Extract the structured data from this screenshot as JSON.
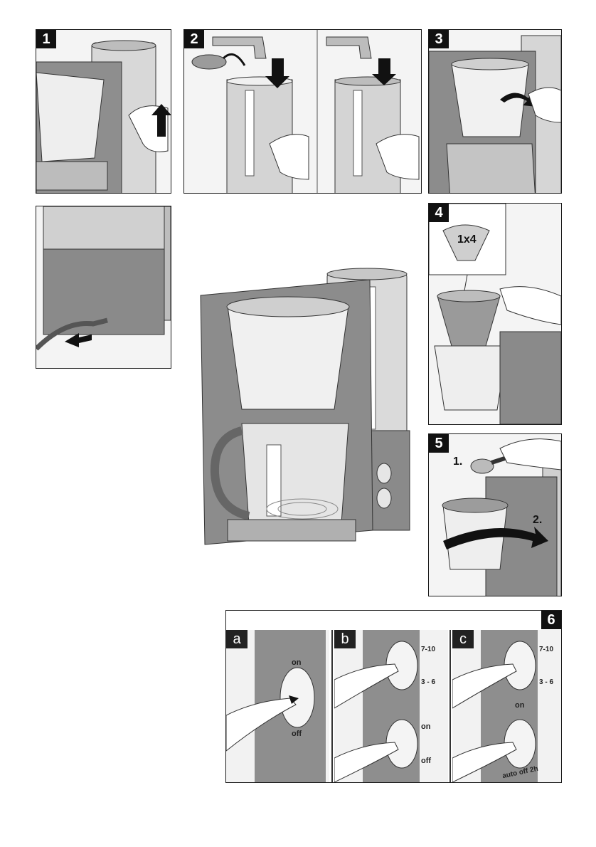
{
  "steps": {
    "s1": "1",
    "s2": "2",
    "s3": "3",
    "s4": "4",
    "s5": "5",
    "s6": "6"
  },
  "filter_label": "1x4",
  "spoon_steps": {
    "first": "1.",
    "second": "2."
  },
  "sub_panels": {
    "a": "a",
    "b": "b",
    "c": "c"
  },
  "buttons": {
    "on": "on",
    "off": "off",
    "aroma_high": "7-10",
    "aroma_low": "3 - 6",
    "auto_off": "auto off 2h"
  },
  "colors": {
    "body_gray": "#8a8a8a",
    "light_gray": "#d9d9d9",
    "line": "#1a1a1a",
    "arrow": "#111111"
  }
}
